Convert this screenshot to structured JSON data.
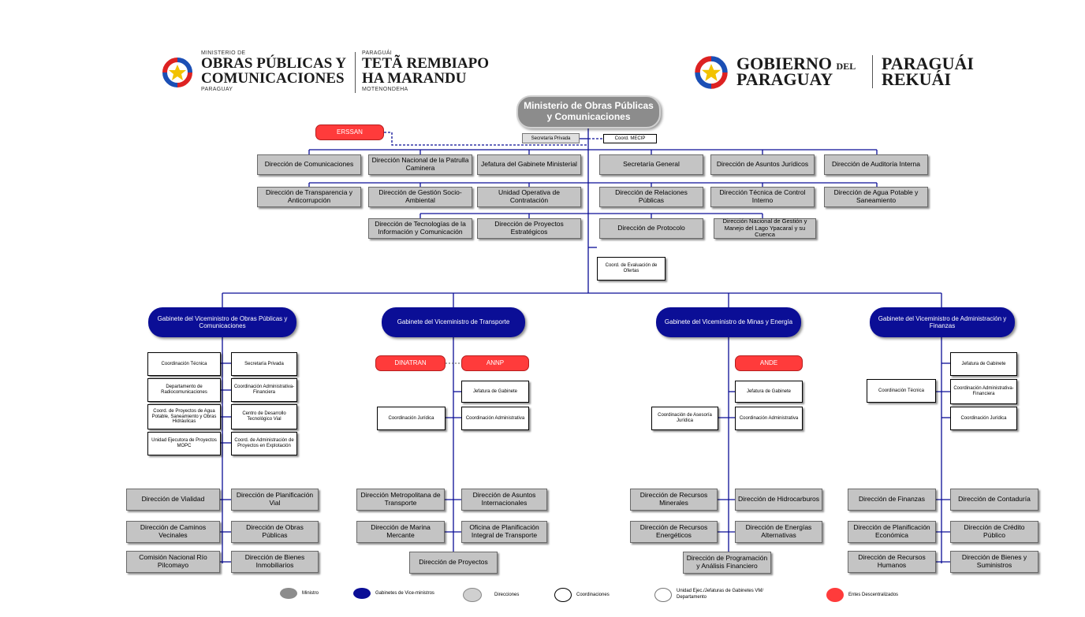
{
  "header": {
    "left_logo": {
      "icon": "paraguay-star-emblem",
      "ministry_prefix": "MINISTERIO DE",
      "ministry_line1": "OBRAS PÚBLICAS Y",
      "ministry_line2": "COMUNICACIONES",
      "ministry_country": "PARAGUAY",
      "guarani_prefix": "PARAGUÁI",
      "guarani_line1": "TETÃ REMBIAPO",
      "guarani_line2": "HA MARANDU",
      "guarani_suffix": "MOTENONDEHA"
    },
    "right_logo": {
      "icon": "paraguay-star-emblem",
      "line1_a": "GOBIERNO",
      "line1_b": "DEL",
      "line2": "PARAGUAY",
      "guarani_line1": "PARAGUÁI",
      "guarani_line2": "REKUÁI"
    }
  },
  "root": {
    "line1": "Ministerio de Obras Públicas",
    "line2": "y Comunicaciones"
  },
  "top": {
    "erssan": "ERSSAN",
    "secretaria_privada": "Secretaría Privada",
    "coord_mecip": "Coord. MECIP",
    "coord_evaluacion": "Coord. de Evaluación de Ofertas"
  },
  "row1": [
    "Dirección de Comunicaciones",
    "Dirección Nacional de la Patrulla Caminera",
    "Jefatura del Gabinete Ministerial",
    "Secretaría General",
    "Dirección de Asuntos Jurídicos",
    "Dirección de Auditoría Interna"
  ],
  "row2": [
    "Dirección de Transparencia y Anticorrupción",
    "Dirección de Gestión Socio-Ambiental",
    "Unidad Operativa de Contratación",
    "Dirección de Relaciones Públicas",
    "Dirección Técnica de Control Interno",
    "Dirección de Agua Potable y Saneamiento"
  ],
  "row3": [
    "Dirección de Tecnologías de la Información y Comunicación",
    "Dirección de Proyectos Estratégicos",
    "Dirección de Protocolo",
    "Dirección Nacional de Gestión y Manejo del Lago Ypacaraí y su Cuenca"
  ],
  "vm_obras": {
    "title": "Gabinete del Viceministro de Obras Públicas y Comunicaciones",
    "left_coords": [
      "Coordinación Técnica",
      "Departamento de Radiocomunicaciones",
      "Coord. de Proyectos de Agua Potable, Saneamiento y Obras Hidráulicas",
      "Unidad Ejecutora de Proyectos MOPC"
    ],
    "right_coords": [
      "Secretaría Privada",
      "Coordinación Administrativa-Financiera",
      "Centro de Desarrollo Tecnológico Vial",
      "Coord. de Administración de Proyectos en Explotación"
    ],
    "left_dirs": [
      "Dirección de Vialidad",
      "Dirección de Caminos Vecinales",
      "Comisión Nacional Río Pilcomayo"
    ],
    "right_dirs": [
      "Dirección de Planificación Vial",
      "Dirección de Obras Públicas",
      "Dirección de Bienes Inmobiliarios"
    ]
  },
  "vm_transporte": {
    "title": "Gabinete del Viceministro de Transporte",
    "entes": [
      "DINATRAN",
      "ANNP"
    ],
    "jefatura": "Jefatura de Gabinete",
    "coord_juridica": "Coordinación Jurídica",
    "coord_admin": "Coordinación Administrativa",
    "left_dirs": [
      "Dirección Metropolitana de Transporte",
      "Dirección de Marina Mercante"
    ],
    "right_dirs": [
      "Dirección de Asuntos Internacionales",
      "Oficina de Planificación Integral de Transporte"
    ],
    "bottom_dir": "Dirección de Proyectos"
  },
  "vm_minas": {
    "title": "Gabinete del Viceministro de Minas y Energía",
    "ente": "ANDE",
    "jefatura": "Jefatura de Gabinete",
    "coord_asesoria": "Coordinación de Asesoría Jurídica",
    "coord_admin": "Coordinación Administrativa",
    "left_dirs": [
      "Dirección de Recursos Minerales",
      "Dirección de Recursos Energéticos"
    ],
    "right_dirs": [
      "Dirección de Hidrocarburos",
      "Dirección de Energías Alternativas"
    ],
    "bottom_dir": "Dirección de Programación y Análisis Financiero"
  },
  "vm_admin": {
    "title": "Gabinete del Viceministro de Administración y Finanzas",
    "jefatura": "Jefatura de Gabinete",
    "coord_tecnica": "Coordinación Técnica",
    "coord_admin": "Coordinación Administrativa-Financiera",
    "coord_juridica": "Coordinación Jurídica",
    "left_dirs": [
      "Dirección de Finanzas",
      "Dirección de Planificación Económica",
      "Dirección de Recursos Humanos"
    ],
    "right_dirs": [
      "Dirección de Contaduría",
      "Dirección de Crédito Público",
      "Dirección de Bienes y Suministros"
    ]
  },
  "legend": [
    {
      "label": "Ministro",
      "color": "#8c8c8c"
    },
    {
      "label": "Gabinetes de Vice-ministros",
      "color": "#0b0e96"
    },
    {
      "label": "Direcciones",
      "color": "#d0d0d0"
    },
    {
      "label": "Coordinaciones",
      "color": "#ffffff"
    },
    {
      "label": "Unidad Ejec./Jefaturas de Gabinetes VM/ Departamento",
      "color": "#ffffff"
    },
    {
      "label": "Entes Descentralizados",
      "color": "#ff3b3b"
    }
  ]
}
